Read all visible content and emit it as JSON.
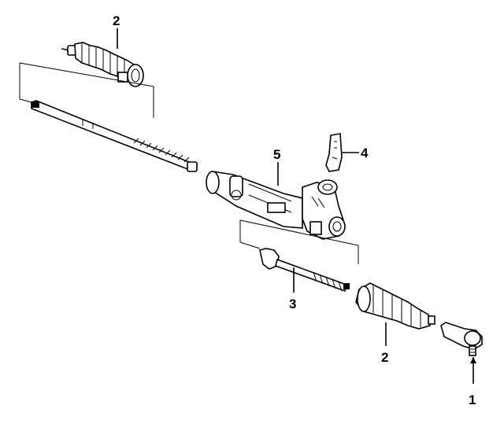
{
  "callouts": {
    "c1": "1",
    "c2_top": "2",
    "c2_bottom": "2",
    "c3": "3",
    "c4": "4",
    "c5": "5"
  }
}
